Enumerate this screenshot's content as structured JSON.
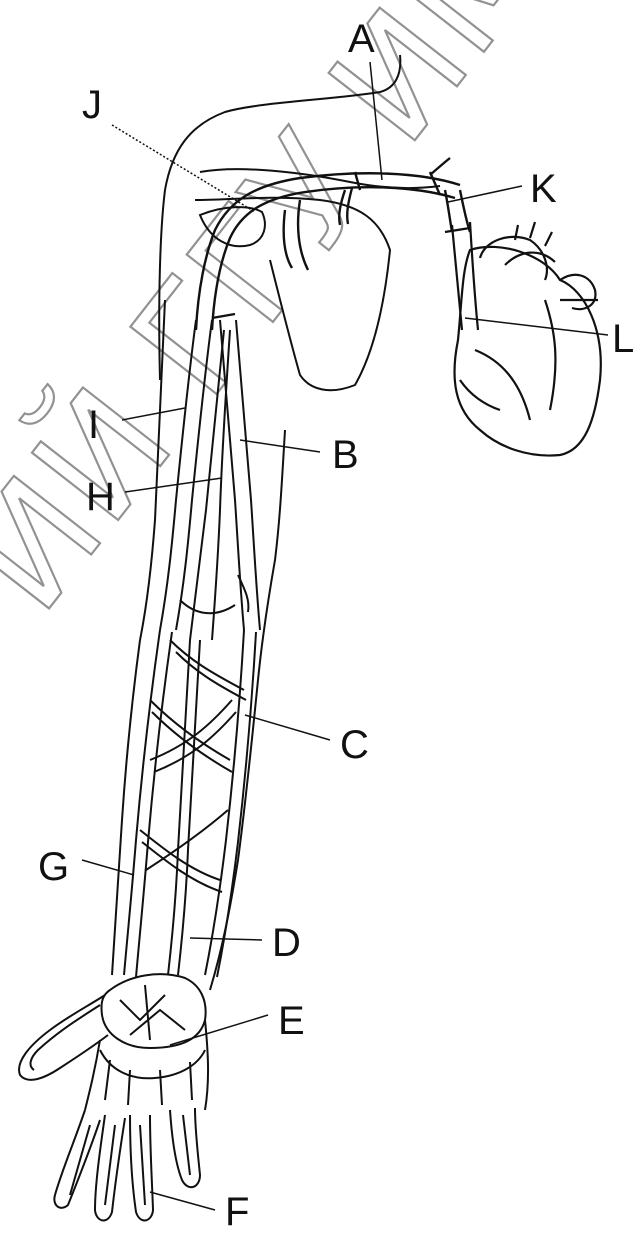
{
  "diagram": {
    "labels": {
      "A": "A",
      "B": "B",
      "C": "C",
      "D": "D",
      "E": "E",
      "F": "F",
      "G": "G",
      "H": "H",
      "I": "I",
      "J": "J",
      "K": "K",
      "L": "L"
    },
    "watermark": "ИЙ ГГУ ИМЕНИ Ф. С"
  },
  "colors": {
    "ink": "#111111",
    "background": "#ffffff"
  }
}
